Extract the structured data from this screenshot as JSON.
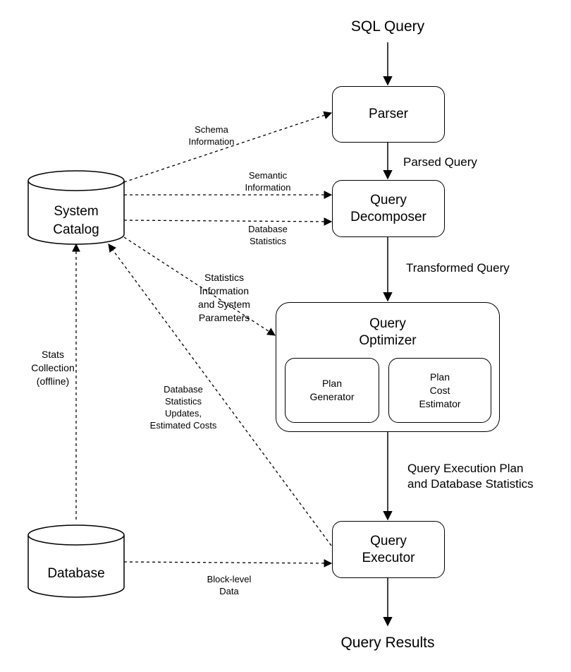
{
  "nodes": {
    "input": "SQL Query",
    "parser": "Parser",
    "decomposer": "Query\nDecomposer",
    "optimizer": "Query\nOptimizer",
    "plan_generator": "Plan\nGenerator",
    "plan_cost_estimator": "Plan\nCost\nEstimator",
    "executor": "Query\nExecutor",
    "output": "Query Results",
    "system_catalog": "System\nCatalog",
    "database": "Database"
  },
  "edges": {
    "parsed_query": "Parsed Query",
    "transformed_query": "Transformed Query",
    "execution_plan": "Query Execution Plan\nand Database Statistics",
    "schema_information": "Schema\nInformation",
    "semantic_information": "Semantic\nInformation",
    "database_statistics": "Database\nStatistics",
    "statistics_system_params": "Statistics\nInformation\nand System\nParameters",
    "stats_collection": "Stats\nCollection\n(offline)",
    "stats_updates": "Database\nStatistics\nUpdates,\nEstimated Costs",
    "block_level_data": "Block-level\nData"
  }
}
